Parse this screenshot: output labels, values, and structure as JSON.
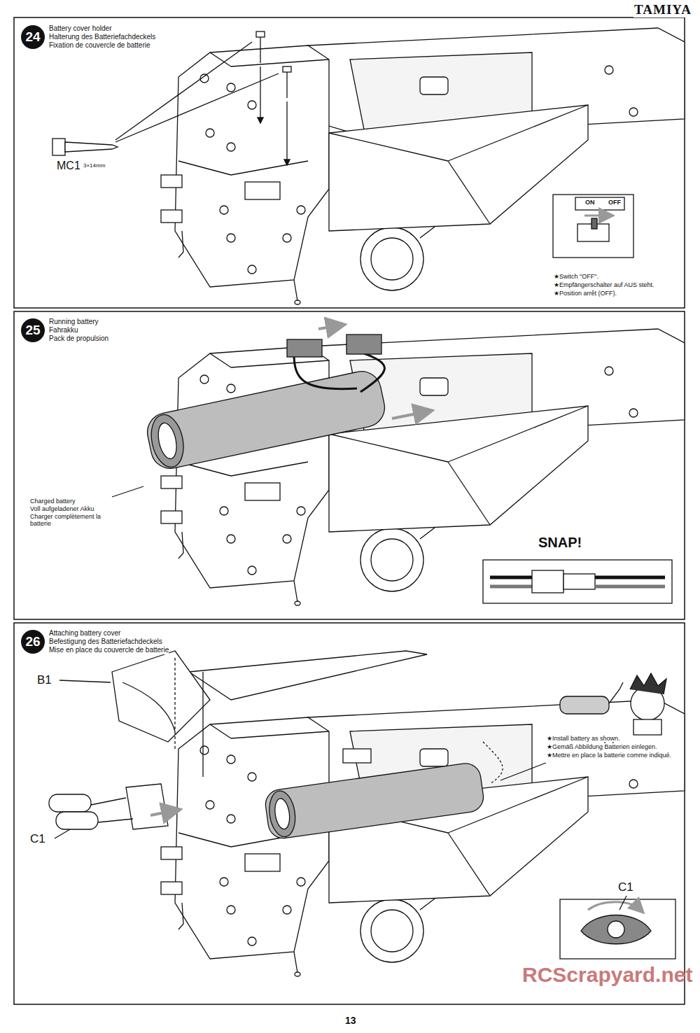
{
  "diagram": {
    "nodes": [
      {
        "text": [
          "24",
          "Battery cover holder",
          "Halterung des Batteriefachdeckels",
          "Fixation de couvercle de batterie"
        ]
      },
      {
        "text": [
          "25",
          "Running battery",
          "Fahrakku",
          "Pack de propulsion"
        ]
      },
      {
        "text": [
          "26",
          "Attaching battery cover",
          "Befestigung des Batteriefachdeckels",
          "Mise en place du couvercle de batterie"
        ]
      }
    ],
    "labels": [
      "TAMIYA",
      "MC1",
      "3×14mm",
      "OFF",
      "ON",
      "★Switch \"OFF\".",
      "★Empfängerschalter auf AUS steht.",
      "★Position arrêt (OFF).",
      "Charged battery",
      "Voll aufgeladener Akku",
      "Charger complètement la batterie",
      "SNAP!",
      "B1",
      "C1",
      "C1",
      "★Install battery as shown.",
      "★Gemäß Abbildung Batterien einlegen.",
      "★Mettre en place la batterie comme indiqué.",
      "13",
      "RCScrapyard.net"
    ]
  }
}
